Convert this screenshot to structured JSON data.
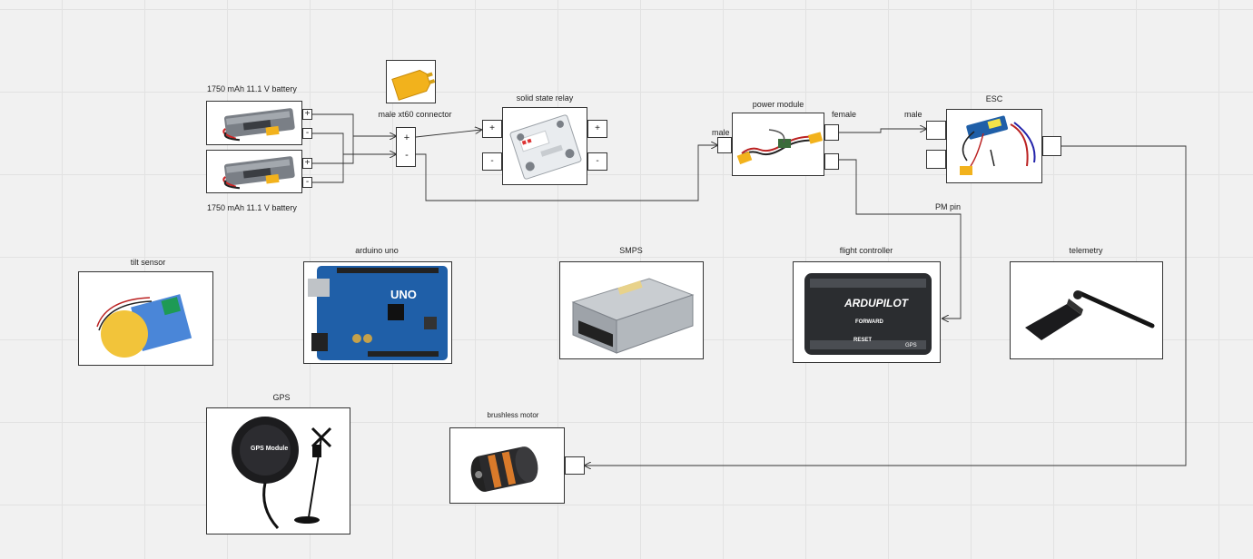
{
  "labels": {
    "battery_top": "1750 mAh 11.1 V battery",
    "battery_bottom": "1750 mAh 11.1 V battery",
    "xt60": "male xt60 connector",
    "ssr": "solid state relay",
    "power_module": "power module",
    "esc": "ESC",
    "male_left": "male",
    "female": "female",
    "male_right": "male",
    "pm_pin": "PM pin",
    "tilt_sensor": "tilt sensor",
    "arduino": "arduino uno",
    "smps": "SMPS",
    "flight_controller": "flight controller",
    "telemetry": "telemetry",
    "gps": "GPS",
    "brushless_motor": "brushless motor"
  },
  "ports": {
    "plus": "+",
    "minus": "-"
  },
  "images": {
    "arduino_text": "UNO",
    "fc_brand": "ARDUPILOT",
    "fc_forward": "FORWARD",
    "fc_reset": "RESET",
    "fc_gps": "GPS",
    "gps_module_text": "GPS Module"
  },
  "colors": {
    "canvas": "#f1f1f1",
    "grid": "#e2e2e2",
    "line": "#333333",
    "arduino_blue": "#1f5fa8",
    "xt60_yellow": "#f2b21c",
    "relay_body": "#e9ecef"
  }
}
